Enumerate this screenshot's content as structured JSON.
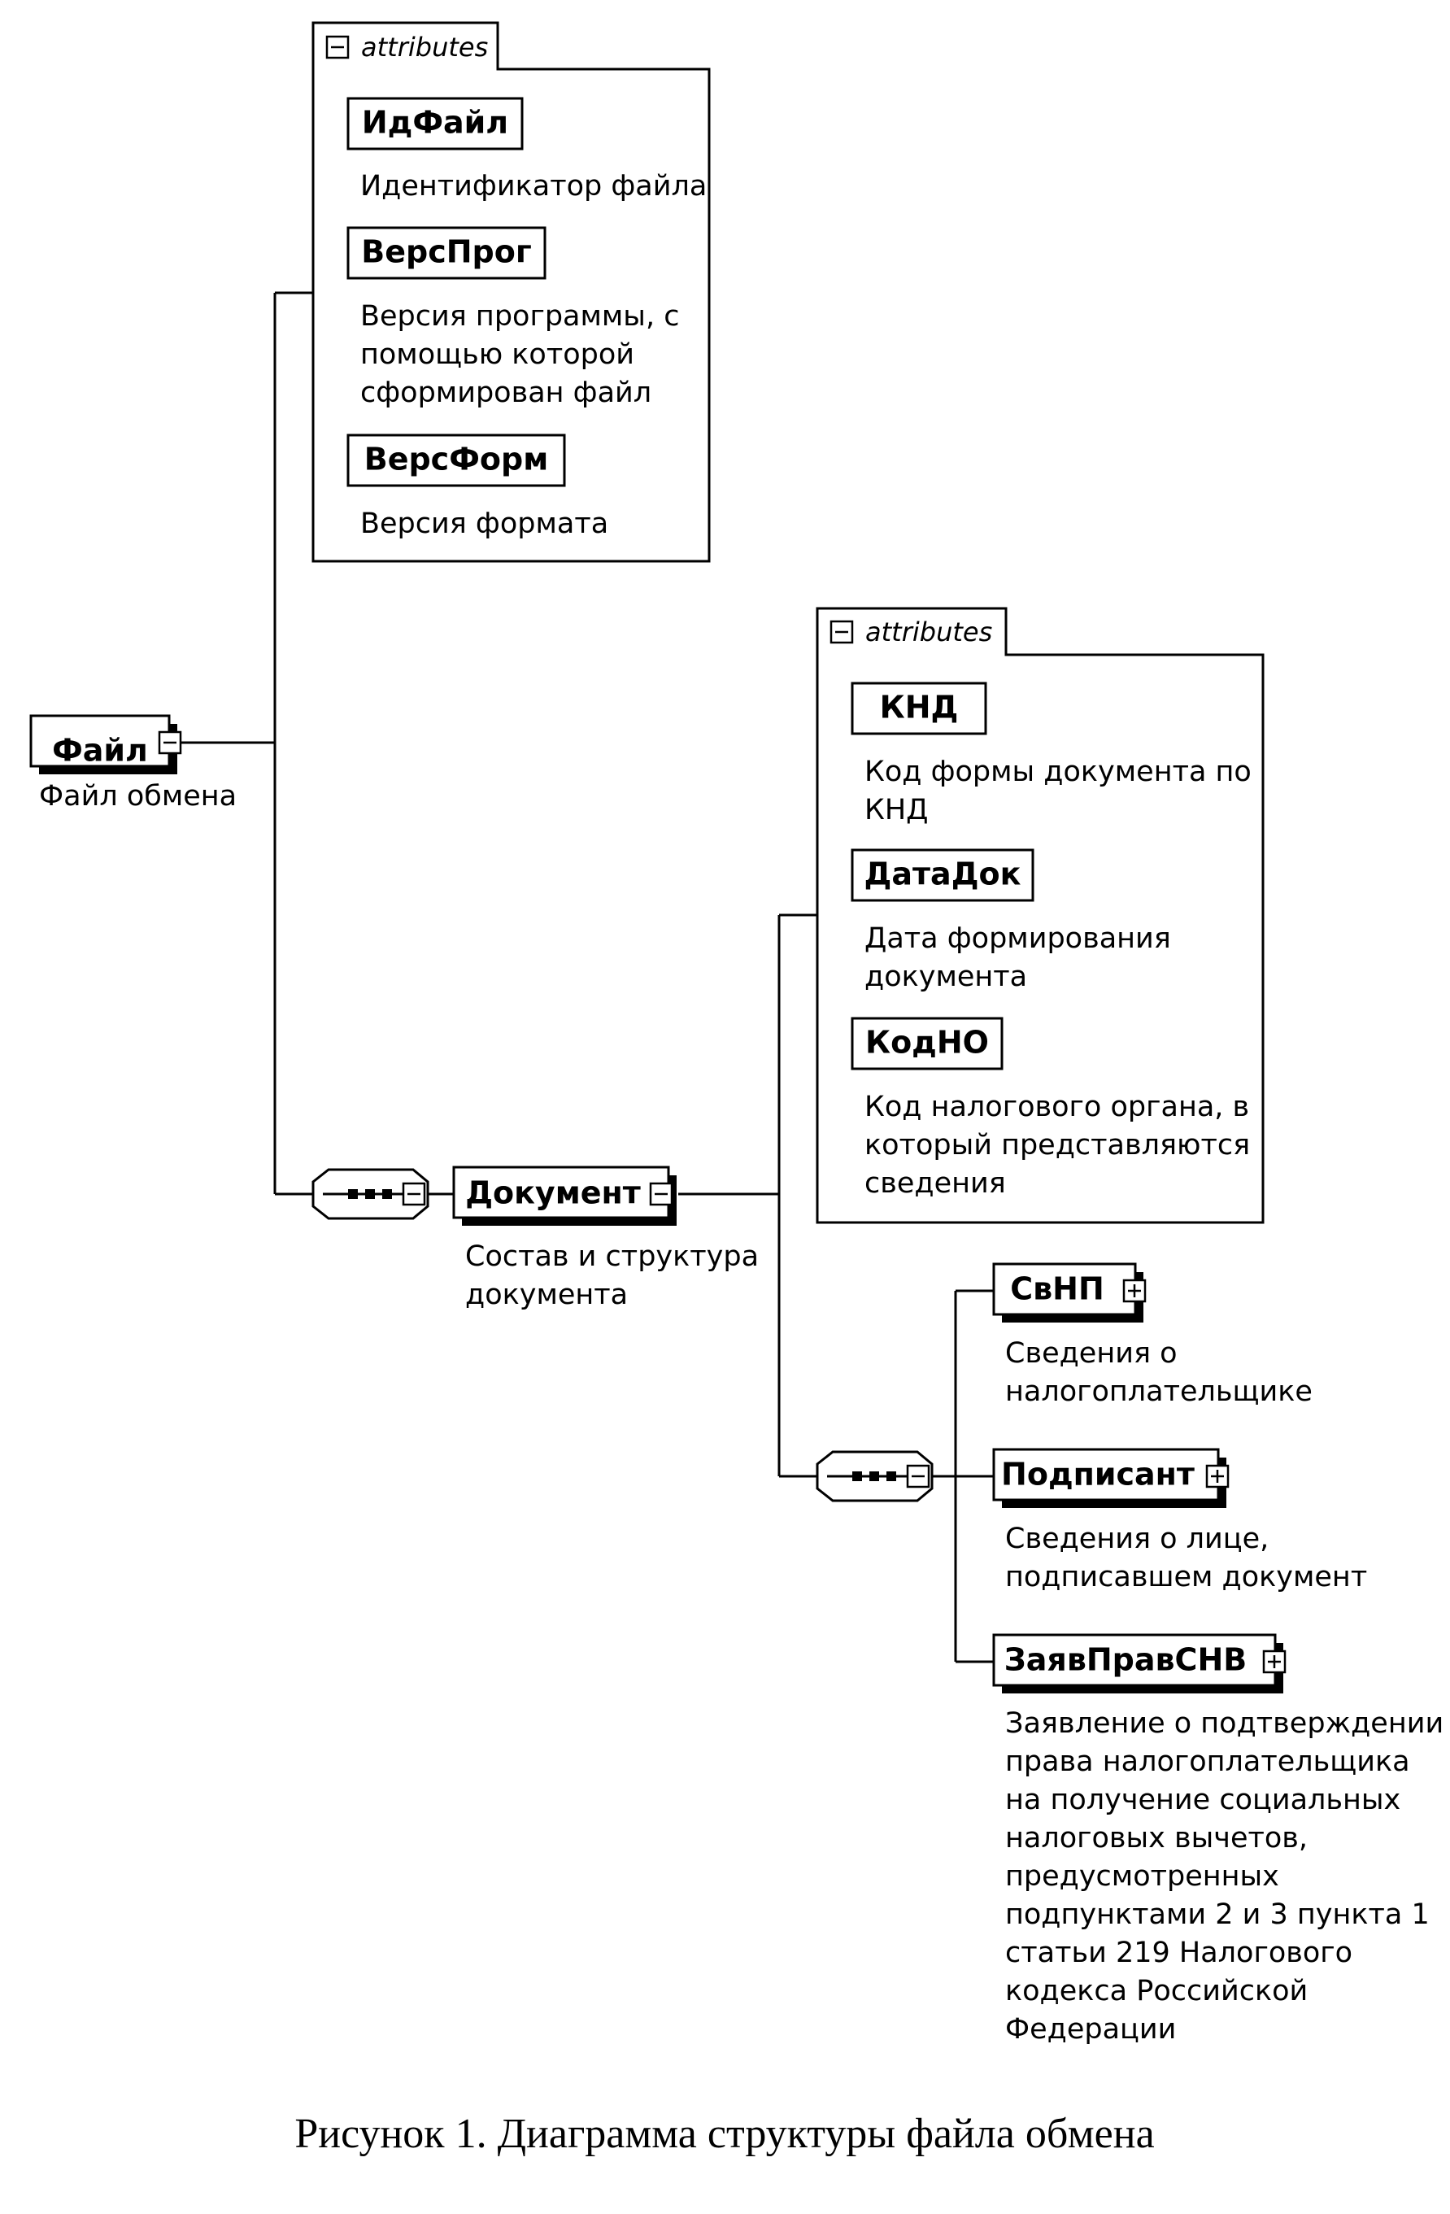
{
  "root": {
    "name": "Файл",
    "description": "Файл обмена",
    "attributes_tab": "attributes",
    "attributes": [
      {
        "name": "ИдФайл",
        "description": [
          "Идентификатор файла"
        ]
      },
      {
        "name": "ВерсПрог",
        "description": [
          "Версия программы, с",
          "помощью которой",
          "сформирован файл"
        ]
      },
      {
        "name": "ВерсФорм",
        "description": [
          "Версия формата"
        ]
      }
    ]
  },
  "document": {
    "name": "Документ",
    "description": [
      "Состав и структура",
      "документа"
    ],
    "attributes_tab": "attributes",
    "attributes": [
      {
        "name": "КНД",
        "description": [
          "Код формы документа по",
          "КНД"
        ]
      },
      {
        "name": "ДатаДок",
        "description": [
          "Дата формирования",
          "документа"
        ]
      },
      {
        "name": "КодНО",
        "description": [
          "Код налогового органа, в",
          "который представляются",
          "сведения"
        ]
      }
    ],
    "children": [
      {
        "name": "СвНП",
        "description": [
          "Сведения о",
          "налогоплательщике"
        ]
      },
      {
        "name": "Подписант",
        "description": [
          "Сведения о лице,",
          "подписавшем документ"
        ]
      },
      {
        "name": "ЗаявПравСНВ",
        "description": [
          "Заявление о подтверждении",
          "права налогоплательщика",
          "на получение социальных",
          "налоговых вычетов,",
          "предусмотренных",
          "подпунктами 2 и 3 пункта 1",
          "статьи 219 Налогового",
          "кодекса Российской",
          "Федерации"
        ]
      }
    ]
  },
  "caption": "Рисунок 1. Диаграмма структуры файла обмена"
}
